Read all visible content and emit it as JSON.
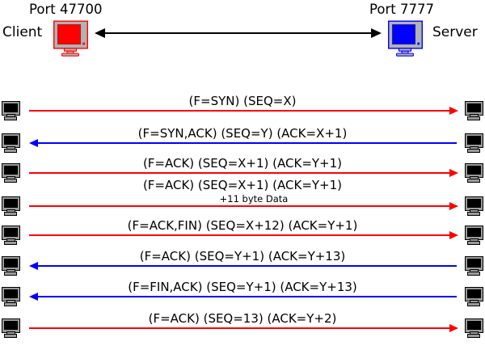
{
  "header": {
    "client": {
      "port_label": "Port 47700",
      "name": "Client"
    },
    "server": {
      "port_label": "Port 7777",
      "name": "Server"
    },
    "link": {
      "type": "double-headed-arrow",
      "color": "#000000"
    }
  },
  "icons": {
    "client": "red-monitor-icon",
    "server": "blue-monitor-icon",
    "row_host": "black-monitor-icon"
  },
  "colors": {
    "client_to_server_arrow": "#ff0000",
    "server_to_client_arrow": "#0000ff",
    "monitor_bezel_gray": "#b3b3b3",
    "text": "#000000"
  },
  "messages": [
    {
      "label": "(F=SYN) (SEQ=X)",
      "from": "Client",
      "to": "Server",
      "direction": "right",
      "color": "#ff0000"
    },
    {
      "label": "(F=SYN,ACK) (SEQ=Y) (ACK=X+1)",
      "from": "Server",
      "to": "Client",
      "direction": "left",
      "color": "#0000ff"
    },
    {
      "label": "(F=ACK) (SEQ=X+1) (ACK=Y+1)",
      "from": "Client",
      "to": "Server",
      "direction": "right",
      "color": "#ff0000"
    },
    {
      "label": "(F=ACK) (SEQ=X+1) (ACK=Y+1)",
      "sublabel": "+11 byte Data",
      "from": "Client",
      "to": "Server",
      "direction": "right",
      "color": "#ff0000"
    },
    {
      "label": "(F=ACK,FIN) (SEQ=X+12) (ACK=Y+1)",
      "from": "Client",
      "to": "Server",
      "direction": "right",
      "color": "#ff0000"
    },
    {
      "label": "(F=ACK) (SEQ=Y+1) (ACK=Y+13)",
      "from": "Server",
      "to": "Client",
      "direction": "left",
      "color": "#0000ff"
    },
    {
      "label": "(F=FIN,ACK) (SEQ=Y+1) (ACK=Y+13)",
      "from": "Server",
      "to": "Client",
      "direction": "left",
      "color": "#0000ff"
    },
    {
      "label": "(F=ACK) (SEQ=13) (ACK=Y+2)",
      "from": "Client",
      "to": "Server",
      "direction": "right",
      "color": "#ff0000"
    }
  ]
}
